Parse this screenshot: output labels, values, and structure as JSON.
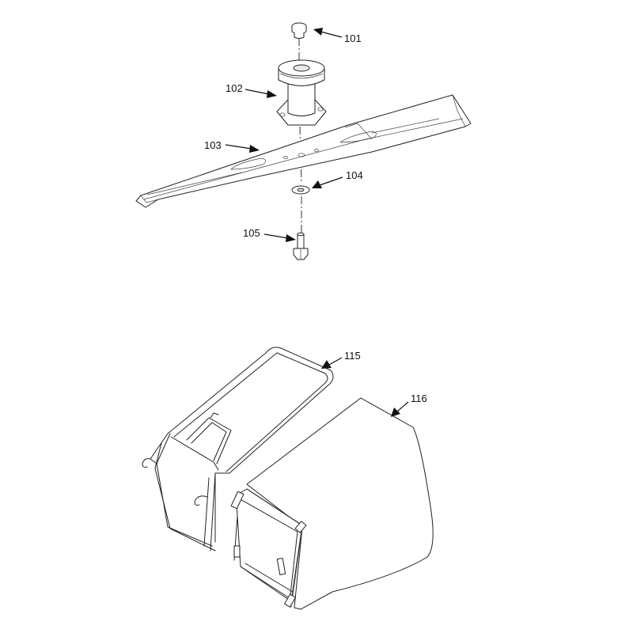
{
  "diagram": {
    "labels": {
      "p101": "101",
      "p102": "102",
      "p103": "103",
      "p104": "104",
      "p105": "105",
      "p115": "115",
      "p116": "116"
    },
    "colors": {
      "line": "#222222",
      "background": "#ffffff"
    }
  }
}
